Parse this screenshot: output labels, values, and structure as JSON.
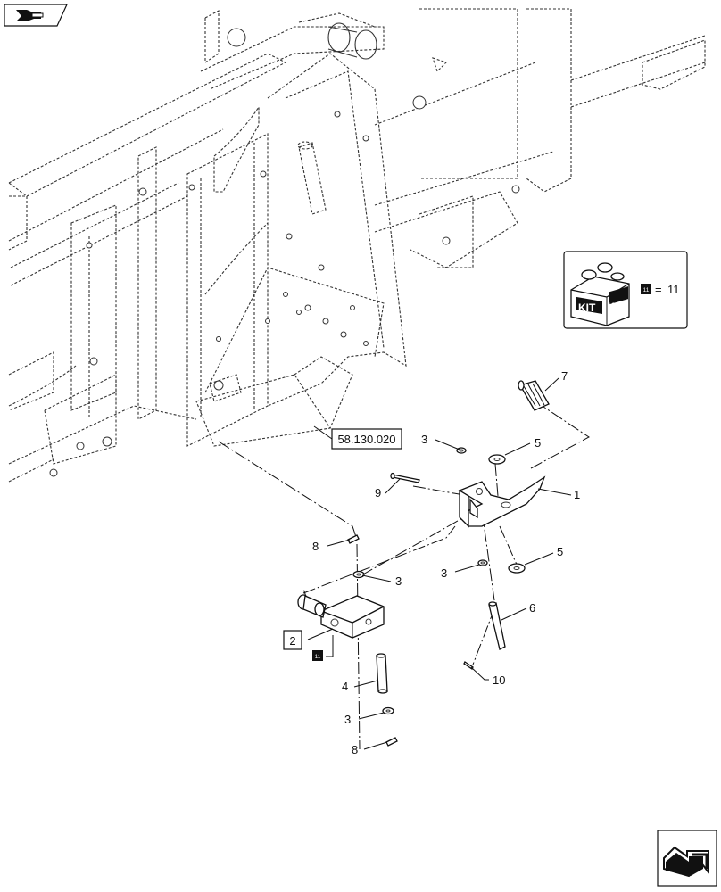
{
  "reference_label": "58.130.020",
  "kit": {
    "label_1": "KIT",
    "label_2": "KIT",
    "badge": "11",
    "equals": "=",
    "qty": "11"
  },
  "callouts": {
    "c1": "1",
    "c2": "2",
    "c3a": "3",
    "c3b": "3",
    "c3c": "3",
    "c3d": "3",
    "c4": "4",
    "c5a": "5",
    "c5b": "5",
    "c6": "6",
    "c7": "7",
    "c8a": "8",
    "c8b": "8",
    "c9": "9",
    "c10": "10",
    "badge_11": "11"
  },
  "icons": {
    "prev": "back-arrow-icon",
    "next": "forward-arrow-icon"
  }
}
